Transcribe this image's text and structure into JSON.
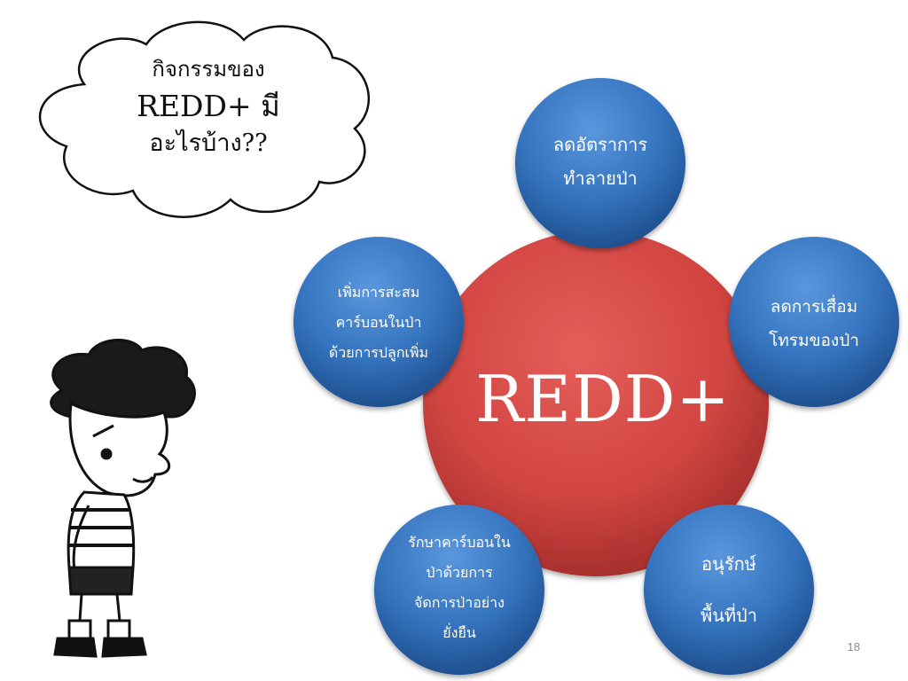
{
  "cloud": {
    "line1": "กิจกรรมของ",
    "line2": "REDD+ มี",
    "line3": "อะไรบ้าง??"
  },
  "center": {
    "label": "REDD+",
    "color": "#d64a47"
  },
  "nodes": [
    {
      "id": "reduce-deforestation",
      "lines": [
        "ลดอัตราการ",
        "ทำลายป่า"
      ]
    },
    {
      "id": "reduce-degradation",
      "lines": [
        "ลดการเสื่อม",
        "โทรมของป่า"
      ]
    },
    {
      "id": "forest-conservation",
      "lines": [
        "อนุรักษ์",
        "พื้นที่ป่า"
      ]
    },
    {
      "id": "sustainable-management",
      "lines": [
        "รักษาคาร์บอนใน",
        "ป่าด้วยการ",
        "จัดการป่าอย่าง",
        "ยั่งยืน"
      ]
    },
    {
      "id": "carbon-enhancement",
      "lines": [
        "เพิ่มการสะสม",
        "คาร์บอนในป่า",
        "ด้วยการปลูกเพิ่ม"
      ]
    }
  ],
  "colors": {
    "node_blue": "#3a78c2",
    "node_blue_dark": "#1f4f8e",
    "center_red": "#d64a47",
    "center_red_dark": "#a8302e"
  },
  "icons": [
    "thought-cloud-icon",
    "cartoon-boy-icon"
  ],
  "page_number": "18"
}
